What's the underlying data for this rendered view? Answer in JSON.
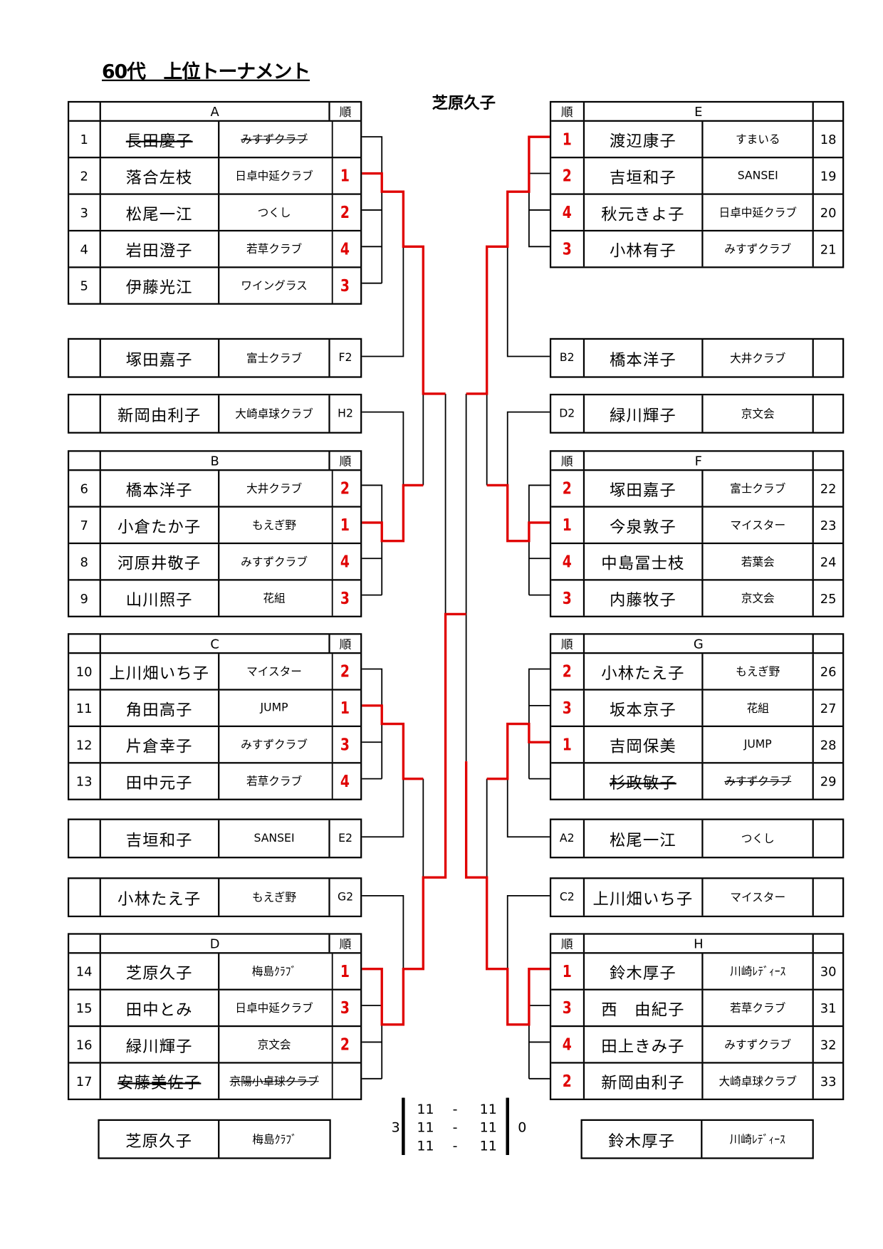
{
  "title": "60代　上位トーナメント",
  "champion": "芝原久子",
  "rank_header": "順",
  "groups": [
    {
      "label": "A",
      "side": "left",
      "rows": [
        {
          "no": "1",
          "name": "長田慶子",
          "club": "みすずクラブ",
          "rank": "",
          "struck": true
        },
        {
          "no": "2",
          "name": "落合左枝",
          "club": "日卓中延クラブ",
          "rank": "1"
        },
        {
          "no": "3",
          "name": "松尾一江",
          "club": "つくし",
          "rank": "2"
        },
        {
          "no": "4",
          "name": "岩田澄子",
          "club": "若草クラブ",
          "rank": "4"
        },
        {
          "no": "5",
          "name": "伊藤光江",
          "club": "ワイングラス",
          "rank": "3"
        }
      ]
    },
    {
      "label": "B",
      "side": "left",
      "rows": [
        {
          "no": "6",
          "name": "橋本洋子",
          "club": "大井クラブ",
          "rank": "2"
        },
        {
          "no": "7",
          "name": "小倉たか子",
          "club": "もえぎ野",
          "rank": "1"
        },
        {
          "no": "8",
          "name": "河原井敬子",
          "club": "みすずクラブ",
          "rank": "4"
        },
        {
          "no": "9",
          "name": "山川照子",
          "club": "花組",
          "rank": "3"
        }
      ]
    },
    {
      "label": "C",
      "side": "left",
      "rows": [
        {
          "no": "10",
          "name": "上川畑いち子",
          "club": "マイスター",
          "rank": "2"
        },
        {
          "no": "11",
          "name": "角田高子",
          "club": "JUMP",
          "rank": "1"
        },
        {
          "no": "12",
          "name": "片倉幸子",
          "club": "みすずクラブ",
          "rank": "3"
        },
        {
          "no": "13",
          "name": "田中元子",
          "club": "若草クラブ",
          "rank": "4"
        }
      ]
    },
    {
      "label": "D",
      "side": "left",
      "rows": [
        {
          "no": "14",
          "name": "芝原久子",
          "club": "梅島ｸﾗﾌﾞ",
          "rank": "1"
        },
        {
          "no": "15",
          "name": "田中とみ",
          "club": "日卓中延クラブ",
          "rank": "3"
        },
        {
          "no": "16",
          "name": "緑川輝子",
          "club": "京文会",
          "rank": "2"
        },
        {
          "no": "17",
          "name": "安藤美佐子",
          "club": "京陽小卓球クラブ",
          "rank": "",
          "struck": true
        }
      ]
    },
    {
      "label": "E",
      "side": "right",
      "rows": [
        {
          "no": "18",
          "name": "渡辺康子",
          "club": "すまいる",
          "rank": "1"
        },
        {
          "no": "19",
          "name": "吉垣和子",
          "club": "SANSEI",
          "rank": "2"
        },
        {
          "no": "20",
          "name": "秋元きよ子",
          "club": "日卓中延クラブ",
          "rank": "4"
        },
        {
          "no": "21",
          "name": "小林有子",
          "club": "みすずクラブ",
          "rank": "3"
        }
      ]
    },
    {
      "label": "F",
      "side": "right",
      "rows": [
        {
          "no": "22",
          "name": "塚田嘉子",
          "club": "富士クラブ",
          "rank": "2"
        },
        {
          "no": "23",
          "name": "今泉敦子",
          "club": "マイスター",
          "rank": "1"
        },
        {
          "no": "24",
          "name": "中島冨士枝",
          "club": "若葉会",
          "rank": "4"
        },
        {
          "no": "25",
          "name": "内藤牧子",
          "club": "京文会",
          "rank": "3"
        }
      ]
    },
    {
      "label": "G",
      "side": "right",
      "rows": [
        {
          "no": "26",
          "name": "小林たえ子",
          "club": "もえぎ野",
          "rank": "2"
        },
        {
          "no": "27",
          "name": "坂本京子",
          "club": "花組",
          "rank": "3"
        },
        {
          "no": "28",
          "name": "吉岡保美",
          "club": "JUMP",
          "rank": "1"
        },
        {
          "no": "29",
          "name": "杉政敏子",
          "club": "みすずクラブ",
          "rank": "",
          "struck": true
        }
      ]
    },
    {
      "label": "H",
      "side": "right",
      "rows": [
        {
          "no": "30",
          "name": "鈴木厚子",
          "club": "川崎ﾚﾃﾞｨｰｽ",
          "rank": "1"
        },
        {
          "no": "31",
          "name": "西　由紀子",
          "club": "若草クラブ",
          "rank": "3"
        },
        {
          "no": "32",
          "name": "田上きみ子",
          "club": "みすずクラブ",
          "rank": "4"
        },
        {
          "no": "33",
          "name": "新岡由利子",
          "club": "大崎卓球クラブ",
          "rank": "2"
        }
      ]
    }
  ],
  "seeds": [
    {
      "code": "F2",
      "name": "塚田嘉子",
      "club": "富士クラブ",
      "side": "left"
    },
    {
      "code": "H2",
      "name": "新岡由利子",
      "club": "大崎卓球クラブ",
      "side": "left"
    },
    {
      "code": "E2",
      "name": "吉垣和子",
      "club": "SANSEI",
      "side": "left"
    },
    {
      "code": "G2",
      "name": "小林たえ子",
      "club": "もえぎ野",
      "side": "left"
    },
    {
      "code": "B2",
      "name": "橋本洋子",
      "club": "大井クラブ",
      "side": "right"
    },
    {
      "code": "D2",
      "name": "緑川輝子",
      "club": "京文会",
      "side": "right"
    },
    {
      "code": "A2",
      "name": "松尾一江",
      "club": "つくし",
      "side": "right"
    },
    {
      "code": "C2",
      "name": "上川畑いち子",
      "club": "マイスター",
      "side": "right"
    }
  ],
  "final": {
    "left": {
      "name": "芝原久子",
      "club": "梅島ｸﾗﾌﾞ"
    },
    "right": {
      "name": "鈴木厚子",
      "club": "川崎ﾚﾃﾞｨｰｽ"
    },
    "left_sets": "3",
    "right_sets": "0",
    "games": [
      [
        "11",
        "-",
        "11"
      ],
      [
        "11",
        "-",
        "11"
      ],
      [
        "11",
        "-",
        "11"
      ]
    ]
  },
  "colors": {
    "winner_line": "#e00000",
    "line": "#000000"
  }
}
